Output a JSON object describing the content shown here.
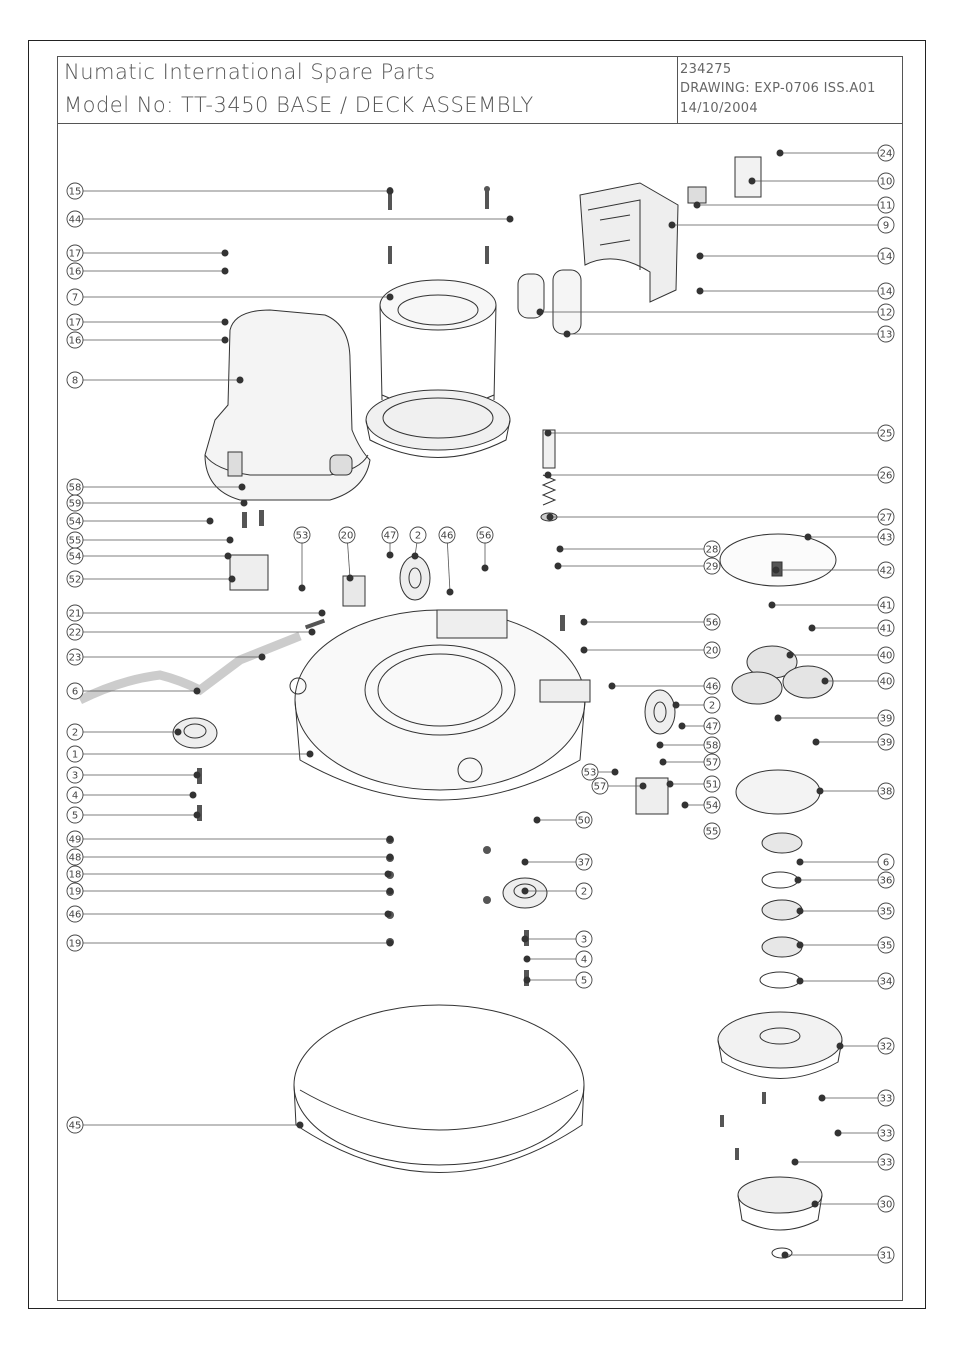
{
  "title": {
    "line1": "Numatic International Spare Parts",
    "line2": "Model No: TT-3450 BASE / DECK ASSEMBLY"
  },
  "info": {
    "part_number": "234275",
    "drawing": "DRAWING:  EXP-0706 ISS.A01",
    "date": "14/10/2004"
  },
  "callouts_left": [
    {
      "label": "15"
    },
    {
      "label": "44"
    },
    {
      "label": "17"
    },
    {
      "label": "16"
    },
    {
      "label": "7"
    },
    {
      "label": "17"
    },
    {
      "label": "16"
    },
    {
      "label": "8"
    },
    {
      "label": "58"
    },
    {
      "label": "59"
    },
    {
      "label": "54"
    },
    {
      "label": "55"
    },
    {
      "label": "54"
    },
    {
      "label": "52"
    },
    {
      "label": "21"
    },
    {
      "label": "22"
    },
    {
      "label": "23"
    },
    {
      "label": "6"
    },
    {
      "label": "2"
    },
    {
      "label": "1"
    },
    {
      "label": "3"
    },
    {
      "label": "4"
    },
    {
      "label": "5"
    },
    {
      "label": "49"
    },
    {
      "label": "48"
    },
    {
      "label": "18"
    },
    {
      "label": "19"
    },
    {
      "label": "46"
    },
    {
      "label": "19"
    },
    {
      "label": "45"
    }
  ],
  "callouts_right": [
    {
      "label": "24"
    },
    {
      "label": "10"
    },
    {
      "label": "11"
    },
    {
      "label": "9"
    },
    {
      "label": "14"
    },
    {
      "label": "14"
    },
    {
      "label": "12"
    },
    {
      "label": "13"
    },
    {
      "label": "25"
    },
    {
      "label": "26"
    },
    {
      "label": "27"
    },
    {
      "label": "43"
    },
    {
      "label": "28"
    },
    {
      "label": "29"
    },
    {
      "label": "42"
    },
    {
      "label": "41"
    },
    {
      "label": "56"
    },
    {
      "label": "41"
    },
    {
      "label": "20"
    },
    {
      "label": "40"
    },
    {
      "label": "40"
    },
    {
      "label": "46"
    },
    {
      "label": "2"
    },
    {
      "label": "47"
    },
    {
      "label": "39"
    },
    {
      "label": "39"
    },
    {
      "label": "58"
    },
    {
      "label": "57"
    },
    {
      "label": "51"
    },
    {
      "label": "38"
    },
    {
      "label": "53"
    },
    {
      "label": "57"
    },
    {
      "label": "54"
    },
    {
      "label": "55"
    },
    {
      "label": "50"
    },
    {
      "label": "37"
    },
    {
      "label": "6"
    },
    {
      "label": "36"
    },
    {
      "label": "2"
    },
    {
      "label": "35"
    },
    {
      "label": "35"
    },
    {
      "label": "3"
    },
    {
      "label": "4"
    },
    {
      "label": "34"
    },
    {
      "label": "5"
    },
    {
      "label": "32"
    },
    {
      "label": "33"
    },
    {
      "label": "33"
    },
    {
      "label": "33"
    },
    {
      "label": "30"
    },
    {
      "label": "31"
    }
  ],
  "callouts_top": [
    {
      "label": "53"
    },
    {
      "label": "20"
    },
    {
      "label": "47"
    },
    {
      "label": "2"
    },
    {
      "label": "46"
    },
    {
      "label": "56"
    }
  ]
}
